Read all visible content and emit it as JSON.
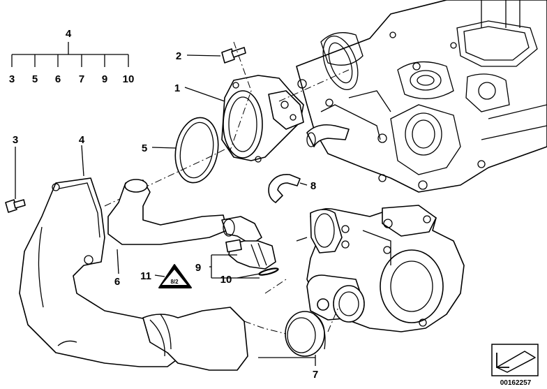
{
  "header_group": {
    "top": "4",
    "subs": [
      "3",
      "5",
      "6",
      "7",
      "9",
      "10"
    ]
  },
  "labels": {
    "l1": "1",
    "l2": "2",
    "l3": "3",
    "l4": "4",
    "l5": "5",
    "l6": "6",
    "l7": "7",
    "l8": "8",
    "l9": "9",
    "l10": "10",
    "l11": "11"
  },
  "warning_label_text": "8/2",
  "diagram_id": "00162257"
}
